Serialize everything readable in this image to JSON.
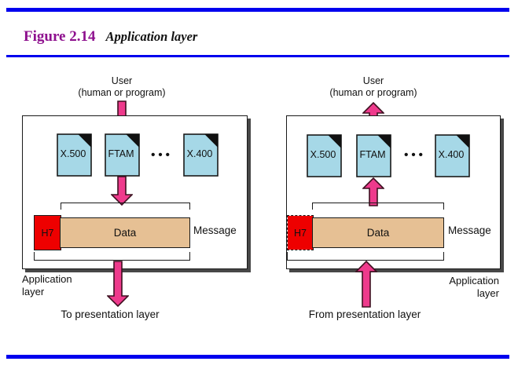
{
  "header": {
    "figure_label": "Figure 2.14",
    "figure_title": "Application layer"
  },
  "colors": {
    "rule_blue": "#0000EE",
    "figure_label_purple": "#8E108E",
    "arrow_pink": "#EE3A8C",
    "arrow_outline": "#3D1020",
    "document_blue": "#A6D8E7",
    "header_red": "#EE0000",
    "data_tan": "#E6C094",
    "box_shadow_gray": "#474747"
  },
  "send": {
    "user_line1": "User",
    "user_line2": "(human or program)",
    "protocols": [
      "X.500",
      "FTAM",
      "X.400"
    ],
    "ellipsis": "•••",
    "h7": "H7",
    "data": "Data",
    "message": "Message",
    "layer_line1": "Application",
    "layer_line2": "layer",
    "flow": "To presentation layer"
  },
  "receive": {
    "user_line1": "User",
    "user_line2": "(human or program)",
    "protocols": [
      "X.500",
      "FTAM",
      "X.400"
    ],
    "ellipsis": "•••",
    "h7": "H7",
    "data": "Data",
    "message": "Message",
    "layer_line1": "Application",
    "layer_line2": "layer",
    "flow": "From presentation layer"
  }
}
